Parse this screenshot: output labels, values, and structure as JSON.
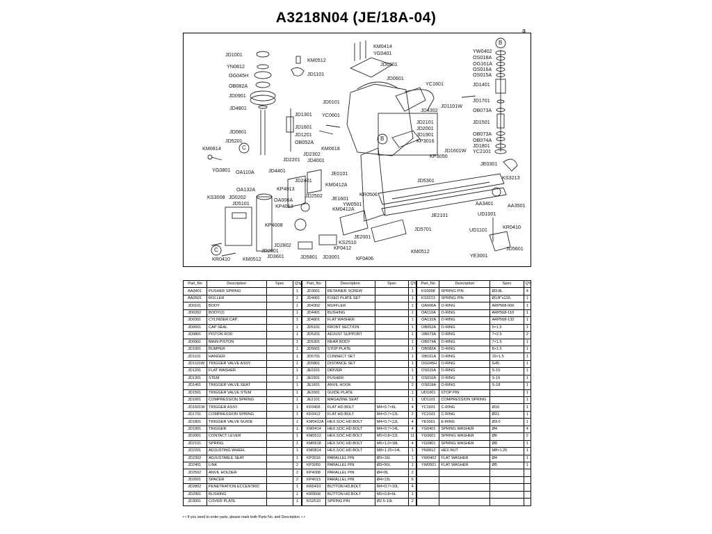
{
  "title": "A3218N04 (JE/18A-04)",
  "corner_mark": "a",
  "diagram": {
    "callouts": {
      "B": "B",
      "C": "C"
    },
    "labels": [
      "JD1001",
      "YN0812",
      "OG045H",
      "OB082A",
      "JD0901",
      "JD4801",
      "JD0801",
      "JD5201",
      "KM0814",
      "YG0801",
      "KM0512",
      "JD1101",
      "JD1301",
      "JD1601",
      "JD1201",
      "OB052A",
      "KM0618",
      "YC0601",
      "JD0101",
      "KM0414",
      "YG0401",
      "JD0301",
      "JD0601",
      "YC1601",
      "JD4302",
      "JD1101W",
      "YW0402",
      "OS018A",
      "OG161A",
      "OS016A",
      "OS015A",
      "JD1401",
      "JD1701",
      "OB073A",
      "JD1501",
      "OB073A",
      "OB074A",
      "JD1801",
      "YC2101",
      "JD2101",
      "JD2001",
      "JD1901",
      "KP3016",
      "KP3050",
      "JD1601W",
      "JE0301",
      "KS3213",
      "AA3401",
      "AA3501",
      "JD2302",
      "JD2201",
      "JD4001",
      "OA110A",
      "JD4401",
      "JE0101",
      "JD2401",
      "KP4013",
      "KM0412A",
      "OA132A",
      "KS3008",
      "JD0202",
      "JD5101",
      "OA006A",
      "KP4013",
      "JD2502",
      "JE1601",
      "YW0501",
      "KM0412A",
      "KR0506",
      "JD5301",
      "KP4008",
      "JE2101",
      "JD2802",
      "JD2901",
      "JD3601",
      "KR0410",
      "KM0512",
      "KS2510",
      "KF0412",
      "JE2001",
      "JD5701",
      "JD5801",
      "JD3001",
      "KF0406",
      "KM0512",
      "UD1001",
      "UD1101",
      "KR0410",
      "JD5601",
      "YE3001"
    ]
  },
  "table": {
    "headers": {
      "part_no": "Part_No",
      "description": "Description",
      "spec": "Spec",
      "qty": "Q'ty"
    },
    "columns": [
      [
        {
          "part_no": "AA3401",
          "description": "PUSHER SPRING",
          "spec": "",
          "qty": "1"
        },
        {
          "part_no": "AA3501",
          "description": "ROLLER",
          "spec": "",
          "qty": "1"
        },
        {
          "part_no": "JD0101",
          "description": "BODY",
          "spec": "",
          "qty": "1"
        },
        {
          "part_no": "JD0202",
          "description": "BODY(2)",
          "spec": "",
          "qty": "1"
        },
        {
          "part_no": "JD0301",
          "description": "CYLINDER CAP",
          "spec": "",
          "qty": "1"
        },
        {
          "part_no": "JD0601",
          "description": "CAP SEAL",
          "spec": "",
          "qty": "1"
        },
        {
          "part_no": "JD0801",
          "description": "PISTON ROD",
          "spec": "",
          "qty": "1"
        },
        {
          "part_no": "JD0901",
          "description": "MAIN PISTON",
          "spec": "",
          "qty": "1"
        },
        {
          "part_no": "JD1001",
          "description": "BUMPER",
          "spec": "",
          "qty": "1"
        },
        {
          "part_no": "JD1101",
          "description": "HANGER",
          "spec": "",
          "qty": "1"
        },
        {
          "part_no": "JD1101W",
          "description": "TRIGGER VALVE ASSY.",
          "spec": "",
          "qty": "1"
        },
        {
          "part_no": "JD1201",
          "description": "FLAT WASHER",
          "spec": "",
          "qty": "1"
        },
        {
          "part_no": "JD1301",
          "description": "STEM",
          "spec": "",
          "qty": "1"
        },
        {
          "part_no": "JD1401",
          "description": "TRIGGER VALVE SEAT",
          "spec": "",
          "qty": "1"
        },
        {
          "part_no": "JD1501",
          "description": "TRIGGER VALVE STEM",
          "spec": "",
          "qty": "1"
        },
        {
          "part_no": "JD1601",
          "description": "COMPRESSION SPRING",
          "spec": "",
          "qty": "1"
        },
        {
          "part_no": "JD1601W",
          "description": "TRIGGER ASSY.",
          "spec": "",
          "qty": "1"
        },
        {
          "part_no": "JD1701",
          "description": "COMPRESSION SPRING",
          "spec": "",
          "qty": "1"
        },
        {
          "part_no": "JD1801",
          "description": "TRIGGER VALVE GUIDE",
          "spec": "",
          "qty": "1"
        },
        {
          "part_no": "JD1901",
          "description": "TRIGGER",
          "spec": "",
          "qty": "1"
        },
        {
          "part_no": "JD2001",
          "description": "CONTACT LEVER",
          "spec": "",
          "qty": "1"
        },
        {
          "part_no": "JD2101",
          "description": "SPRING",
          "spec": "",
          "qty": "1"
        },
        {
          "part_no": "JD2201",
          "description": "ADJUSTING WHEEL",
          "spec": "",
          "qty": "1"
        },
        {
          "part_no": "JD2302",
          "description": "ADJUSTABLE SEAT",
          "spec": "",
          "qty": "1"
        },
        {
          "part_no": "JD2401",
          "description": "LINK",
          "spec": "",
          "qty": "2"
        },
        {
          "part_no": "JD2502",
          "description": "ANVIL HOLDER",
          "spec": "",
          "qty": "2"
        },
        {
          "part_no": "JD2601",
          "description": "SPACER",
          "spec": "",
          "qty": "2"
        },
        {
          "part_no": "JD2802",
          "description": "PENETRATION ECCENTRIC",
          "spec": "",
          "qty": "1"
        },
        {
          "part_no": "JD2901",
          "description": "BUSHING",
          "spec": "",
          "qty": "1"
        },
        {
          "part_no": "JD3001",
          "description": "COVER PLATE",
          "spec": "",
          "qty": "1"
        }
      ],
      [
        {
          "part_no": "JD3601",
          "description": "RETAINER SCREW",
          "spec": "",
          "qty": "1"
        },
        {
          "part_no": "JD4001",
          "description": "FIXED PLATE SET",
          "spec": "",
          "qty": "1"
        },
        {
          "part_no": "JD4302",
          "description": "MUFFLER",
          "spec": "",
          "qty": "1"
        },
        {
          "part_no": "JD4401",
          "description": "BUSHING",
          "spec": "",
          "qty": "1"
        },
        {
          "part_no": "JD4801",
          "description": "FLAT WASHER",
          "spec": "",
          "qty": "1"
        },
        {
          "part_no": "JD5101",
          "description": "FRONT SECTION",
          "spec": "",
          "qty": "1"
        },
        {
          "part_no": "JD5201",
          "description": "ADJUST SUPPORT",
          "spec": "",
          "qty": "1"
        },
        {
          "part_no": "JD5301",
          "description": "REAR BODY",
          "spec": "",
          "qty": "1"
        },
        {
          "part_no": "JD5601",
          "description": "STOP PLATE",
          "spec": "",
          "qty": "1"
        },
        {
          "part_no": "JD5701",
          "description": "CONNECT SET",
          "spec": "",
          "qty": "1"
        },
        {
          "part_no": "JD5801",
          "description": "DISTANCE SET",
          "spec": "",
          "qty": "1"
        },
        {
          "part_no": "JE0101",
          "description": "DRIVER",
          "spec": "",
          "qty": "1"
        },
        {
          "part_no": "JE0301",
          "description": "PUSHER",
          "spec": "",
          "qty": "1"
        },
        {
          "part_no": "JE1601",
          "description": "ANVIL HOOK",
          "spec": "",
          "qty": "2"
        },
        {
          "part_no": "JE2001",
          "description": "GUIDE PLATE",
          "spec": "",
          "qty": "1"
        },
        {
          "part_no": "JE2101",
          "description": "MAGAZINE SEAT",
          "spec": "",
          "qty": "1"
        },
        {
          "part_no": "KF0406",
          "description": "FLAT HD.BOLT",
          "spec": "M4×0.7×6L",
          "qty": "4"
        },
        {
          "part_no": "KF0412",
          "description": "FLAT HD.BOLT",
          "spec": "M4×0.7×12L",
          "qty": "2"
        },
        {
          "part_no": "KM0412A",
          "description": "HEX.SOC.HD.BOLT",
          "spec": "M4×0.7×12L",
          "qty": "4"
        },
        {
          "part_no": "KM0414",
          "description": "HEX.SOC.HD.BOLT",
          "spec": "M4×0.7×14L",
          "qty": "4"
        },
        {
          "part_no": "KM0512",
          "description": "HEX.SOC.HD.BOLT",
          "spec": "M5×0.8×12L",
          "qty": "11"
        },
        {
          "part_no": "KM0618",
          "description": "HEX.SOC.HD.BOLT",
          "spec": "M6×1.0×18L",
          "qty": "4"
        },
        {
          "part_no": "KM0814",
          "description": "HEX.SOC.HD.BOLT",
          "spec": "M8×1.25×14L",
          "qty": "1"
        },
        {
          "part_no": "KP3016",
          "description": "PARALLEL PIN",
          "spec": "Ø3×16L",
          "qty": "1"
        },
        {
          "part_no": "KP3050",
          "description": "PARALLEL PIN",
          "spec": "Ø3×50L",
          "qty": "1"
        },
        {
          "part_no": "KP4008",
          "description": "PARALLEL PIN",
          "spec": "Ø4×8L",
          "qty": "2"
        },
        {
          "part_no": "KP4013",
          "description": "PARALLEL PIN",
          "spec": "Ø4×13L",
          "qty": "6"
        },
        {
          "part_no": "KR0410",
          "description": "BUTTON HD.BOLT",
          "spec": "M4×0.7×10L",
          "qty": "4"
        },
        {
          "part_no": "KR0506",
          "description": "BUTTON HD.BOLT",
          "spec": "M5×0.8×6L",
          "qty": "1"
        },
        {
          "part_no": "KS2510",
          "description": "SPRING PIN",
          "spec": "Ø2.5-10L",
          "qty": "2"
        }
      ],
      [
        {
          "part_no": "KS3008",
          "description": "SPRING PIN",
          "spec": "Ø3-8L",
          "qty": "4"
        },
        {
          "part_no": "KS3213",
          "description": "SPRING PIN",
          "spec": "Ø1/8\"x1/2L",
          "qty": "1"
        },
        {
          "part_no": "OA006A",
          "description": "O-RING",
          "spec": "ARP568-006",
          "qty": "1"
        },
        {
          "part_no": "OA110A",
          "description": "O-RING",
          "spec": "ARP568-110",
          "qty": "1"
        },
        {
          "part_no": "OA132A",
          "description": "O-RING",
          "spec": "ARP568-132",
          "qty": "1"
        },
        {
          "part_no": "OB052A",
          "description": "O-RING",
          "spec": "5×1.5",
          "qty": "1"
        },
        {
          "part_no": "OB073A",
          "description": "O-RING",
          "spec": "7×2.5",
          "qty": "2"
        },
        {
          "part_no": "OB074A",
          "description": "O-RING",
          "spec": "7×1.5",
          "qty": "1"
        },
        {
          "part_no": "OB082A",
          "description": "O-RING",
          "spec": "8×1.5",
          "qty": "1"
        },
        {
          "part_no": "OB161A",
          "description": "O-RING",
          "spec": "16×1.5",
          "qty": "1"
        },
        {
          "part_no": "OG045H",
          "description": "O-RING",
          "spec": "G45",
          "qty": "1"
        },
        {
          "part_no": "OS015A",
          "description": "O-RING",
          "spec": "S-15",
          "qty": "1"
        },
        {
          "part_no": "OS016A",
          "description": "O-RING",
          "spec": "S-16",
          "qty": "1"
        },
        {
          "part_no": "OS018A",
          "description": "O-RING",
          "spec": "S-18",
          "qty": "1"
        },
        {
          "part_no": "UD1001",
          "description": "STOP PIN",
          "spec": "",
          "qty": "1"
        },
        {
          "part_no": "UD1101",
          "description": "COMPRESSION SPRING",
          "spec": "",
          "qty": "1"
        },
        {
          "part_no": "YC1601",
          "description": "C-RING",
          "spec": "Ø16",
          "qty": "1"
        },
        {
          "part_no": "YC2101",
          "description": "C-RING",
          "spec": "Ø21",
          "qty": "1"
        },
        {
          "part_no": "YE3001",
          "description": "E-RING",
          "spec": "Ø3.0",
          "qty": "1"
        },
        {
          "part_no": "YG0401",
          "description": "SPRING WASHER",
          "spec": "Ø4",
          "qty": "4"
        },
        {
          "part_no": "YG0601",
          "description": "SPRING WASHER",
          "spec": "Ø6",
          "qty": "2"
        },
        {
          "part_no": "YG0801",
          "description": "SPRING WASHER",
          "spec": "Ø8",
          "qty": "1"
        },
        {
          "part_no": "YN0812",
          "description": "HEX.NUT",
          "spec": "M8×1.25",
          "qty": "1"
        },
        {
          "part_no": "YW0402",
          "description": "FLAT WASHER",
          "spec": "Ø4",
          "qty": "1"
        },
        {
          "part_no": "YW0501",
          "description": "FLAT WASHER",
          "spec": "Ø5",
          "qty": "1"
        },
        {
          "part_no": "",
          "description": "",
          "spec": "",
          "qty": ""
        },
        {
          "part_no": "",
          "description": "",
          "spec": "",
          "qty": ""
        },
        {
          "part_no": "",
          "description": "",
          "spec": "",
          "qty": ""
        },
        {
          "part_no": "",
          "description": "",
          "spec": "",
          "qty": ""
        },
        {
          "part_no": "",
          "description": "",
          "spec": "",
          "qty": ""
        }
      ]
    ]
  },
  "footnote": "• • If you need to order parts, please mark both Parts No. and Description. • •"
}
